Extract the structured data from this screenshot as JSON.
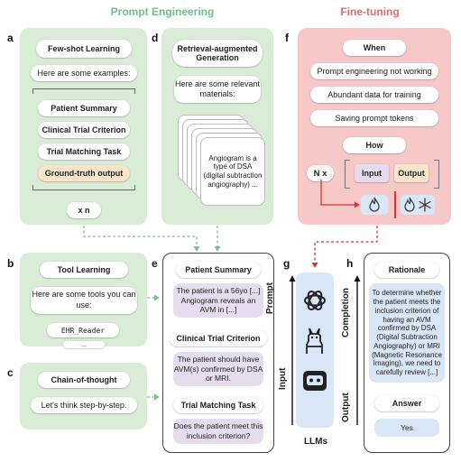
{
  "headers": {
    "prompt_engineering": "Prompt Engineering",
    "fine_tuning": "Fine-tuning"
  },
  "letters": {
    "a": "a",
    "b": "b",
    "c": "c",
    "d": "d",
    "e": "e",
    "f": "f",
    "g": "g",
    "h": "h"
  },
  "panel_a": {
    "title": "Few-shot Learning",
    "intro": "Here are some examples:",
    "items": [
      "Patient Summary",
      "Clinical Trial Criterion",
      "Trial Matching Task",
      "Ground-truth output"
    ],
    "repeat": "x n"
  },
  "panel_b": {
    "title": "Tool Learning",
    "intro": "Here are some tools you can use:",
    "tool": "EHR_Reader",
    "ellipsis": "..."
  },
  "panel_c": {
    "title": "Chain-of-thought",
    "text": "Let's think step-by-step."
  },
  "panel_d": {
    "title": "Retrieval-augmented Generation",
    "intro": "Here are some relevant materials:",
    "doc": "Angiogram is a type of DSA (digital subtraction angiography) ..."
  },
  "panel_e": {
    "patient_title": "Patient Summary",
    "patient_text": "The patient is a 56yo [...] Angiogram reveals an AVM in [...]",
    "criterion_title": "Clinical Trial Criterion",
    "criterion_text": "The patient should have AVM(s) confirmed by DSA or MRI.",
    "task_title": "Trial Matching Task",
    "task_text": "Does the patient meet this inclusion criterion?"
  },
  "panel_f": {
    "when_title": "When",
    "when_items": [
      "Prompt engineering not working",
      "Abundant data for training",
      "Saving prompt tokens"
    ],
    "how_title": "How",
    "repeat": "N x",
    "input": "Input",
    "output": "Output"
  },
  "panel_g": {
    "prompt": "Prompt",
    "input": "Input",
    "label": "LLMs"
  },
  "panel_h": {
    "completion": "Completion",
    "output": "Output",
    "rationale_title": "Rationale",
    "rationale_text": "To determine whether the patient meets the inclusion criterion of having an AVM confirmed by DSA (Digital Subtraction Angiography) or MRI (Magnetic Resonance Imaging), we need to carefully review [...]",
    "answer_title": "Answer",
    "answer_text": "Yes"
  },
  "colors": {
    "green_title": "#6cbf8a",
    "red_title": "#e46a6a",
    "green_panel": "#d9ecd6",
    "red_panel": "#f6c8c8",
    "purple": "#e5dcf0",
    "blue": "#d8e6f6",
    "orange": "#fbe5c8"
  }
}
